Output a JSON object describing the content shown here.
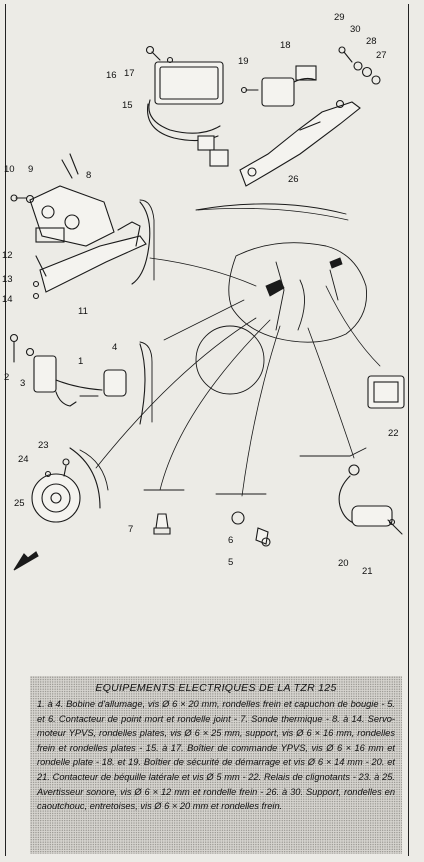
{
  "diagram": {
    "callouts": [
      "1",
      "2",
      "3",
      "4",
      "5",
      "6",
      "7",
      "8",
      "9",
      "10",
      "11",
      "12",
      "13",
      "14",
      "15",
      "16",
      "17",
      "18",
      "19",
      "20",
      "21",
      "22",
      "23",
      "24",
      "25",
      "26",
      "27",
      "28",
      "29",
      "30"
    ]
  },
  "caption": {
    "title": "EQUIPEMENTS ELECTRIQUES DE LA TZR 125",
    "body": "1. à 4. Bobine d'allumage, vis Ø 6 × 20 mm, rondelles frein et capuchon de bougie - 5. et 6. Contacteur de point mort et rondelle joint - 7. Sonde thermique - 8. à 14. Servo-moteur YPVS, rondelles plates, vis Ø 6 × 25 mm, support, vis Ø 6 × 16 mm, rondelles frein et rondelles plates - 15. à 17. Boîtier de commande YPVS, vis Ø 6 × 16 mm et rondelle plate - 18. et 19. Boîtier de sécurité de démarrage et vis Ø 6 × 14 mm - 20. et 21. Contacteur de béquille latérale et vis Ø 5 mm - 22. Relais de clignotants - 23. à 25. Avertisseur sonore, vis Ø 6 × 12 mm et rondelle frein - 26. à 30. Support, rondelles en caoutchouc, entretoises, vis Ø 6 × 20 mm et rondelles frein."
  },
  "colors": {
    "ink": "#111111",
    "paper": "#ecebe6",
    "caption_screen": "#d6d4cf"
  }
}
